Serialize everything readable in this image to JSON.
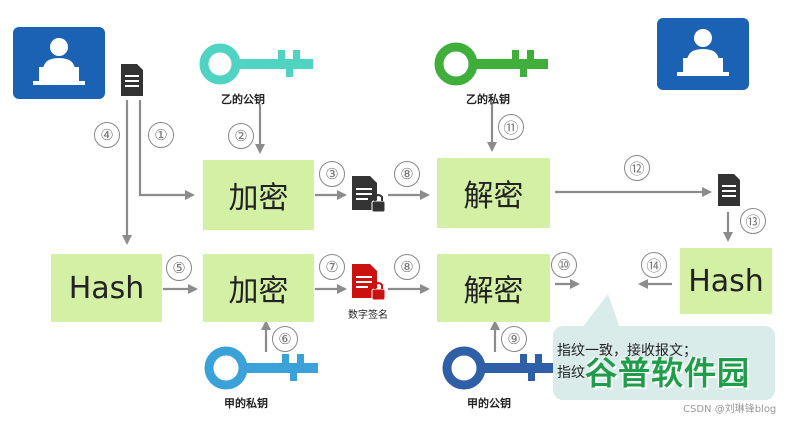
{
  "boxes": {
    "encrypt_top": "加密",
    "decrypt_top": "解密",
    "hash_left": "Hash",
    "encrypt_bottom": "加密",
    "decrypt_bottom": "解密",
    "hash_right": "Hash"
  },
  "keys": {
    "b_public": "乙的公钥",
    "b_private": "乙的私钥",
    "a_private": "甲的私钥",
    "a_public": "甲的公钥"
  },
  "digital_signature_label": "数字签名",
  "steps": [
    "④",
    "①",
    "②",
    "③",
    "⑧",
    "⑪",
    "⑫",
    "⑬",
    "⑤",
    "⑥",
    "⑦",
    "⑧",
    "⑨",
    "⑩",
    "⑭"
  ],
  "bubble": {
    "line1": "指纹一致，接收报文；",
    "line2": "指纹"
  },
  "watermark": "谷普软件园",
  "credit": "CSDN @刘琳锋blog",
  "colors": {
    "box_fill": "#d4f0a4",
    "person_bg": "#1c62b4",
    "key_teal": "#4fd3c2",
    "key_green": "#3fae3a",
    "key_blue_light": "#3aa2d8",
    "key_blue_dark": "#2e5fa7",
    "doc_dark": "#333333",
    "doc_red": "#cc1111",
    "arrow": "#8c8c8c"
  }
}
